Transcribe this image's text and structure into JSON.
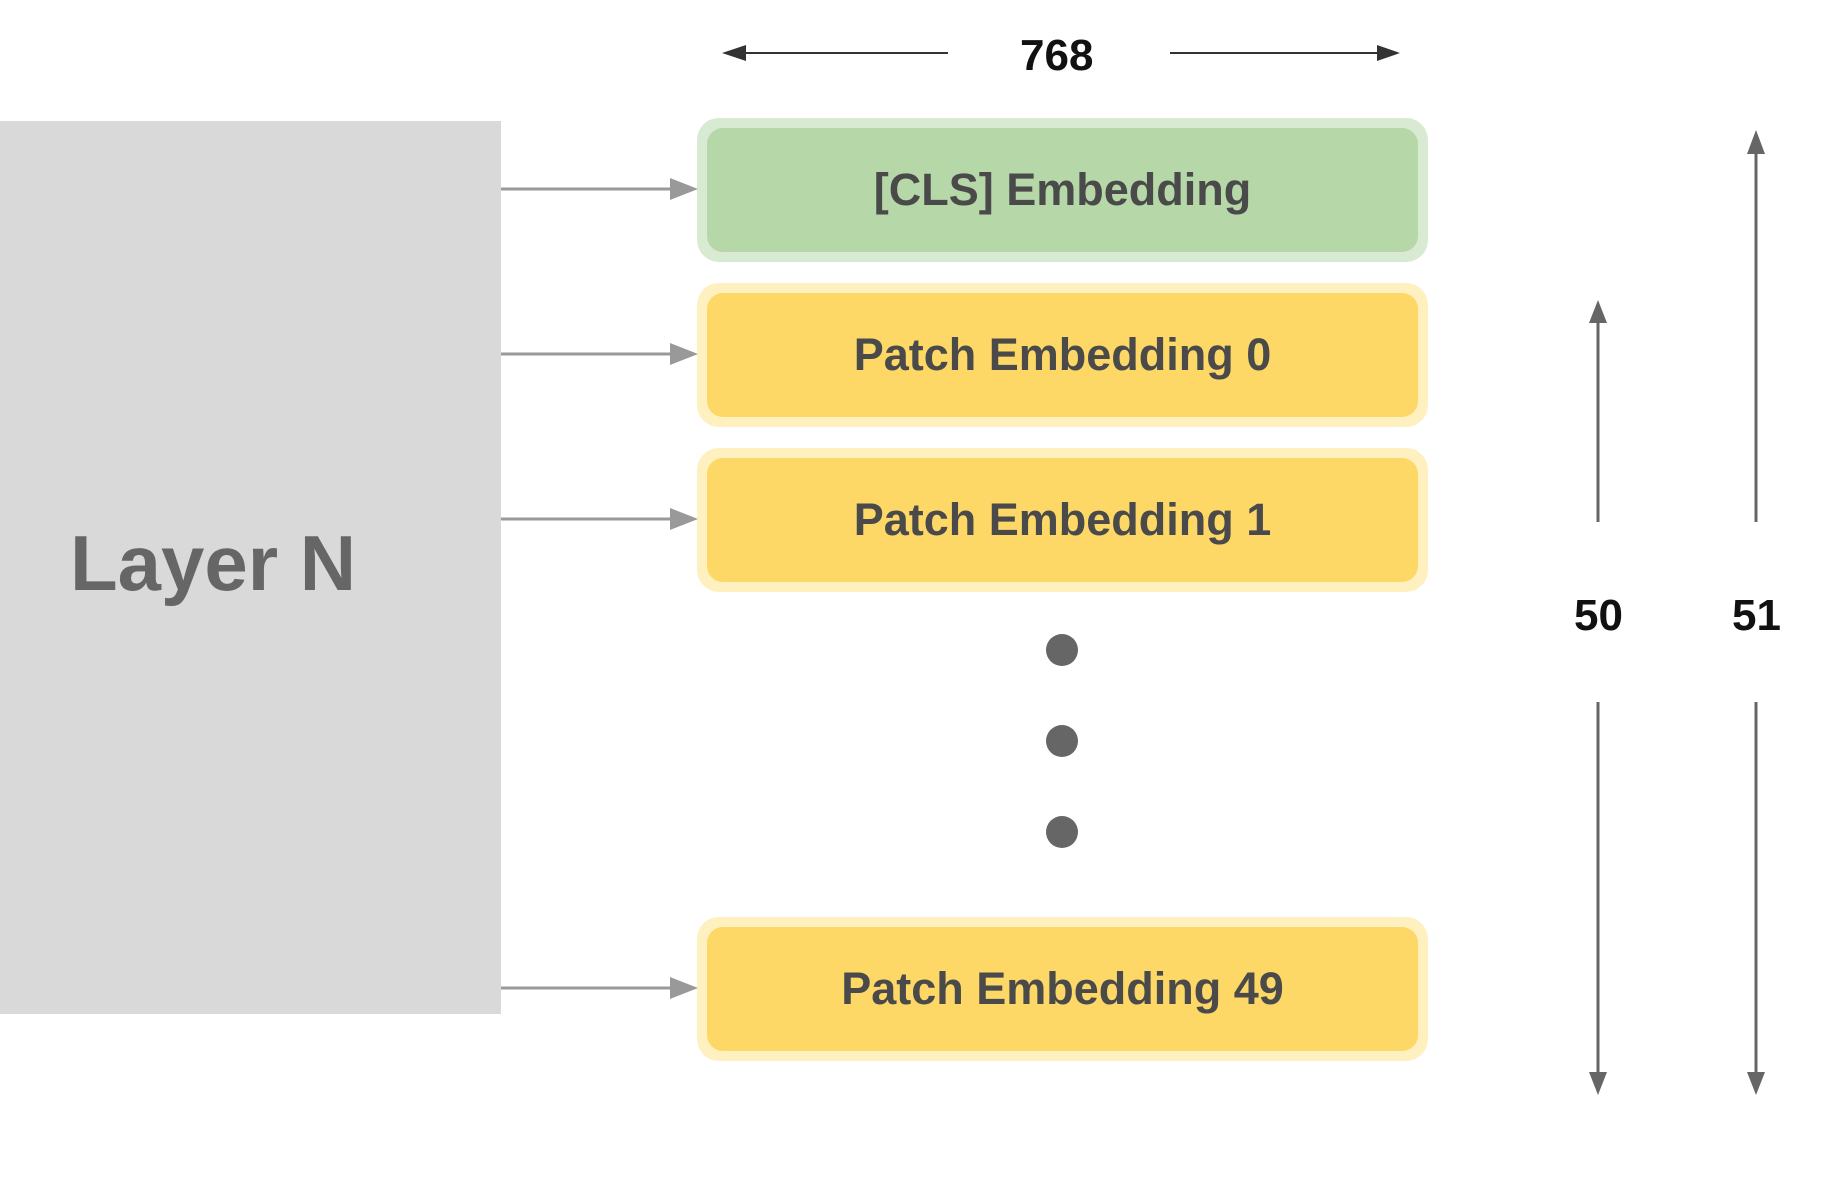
{
  "layer": {
    "label": "Layer N"
  },
  "embeddings": {
    "cls": "[CLS] Embedding",
    "patch_0": "Patch Embedding 0",
    "patch_1": "Patch Embedding 1",
    "patch_last": "Patch Embedding 49"
  },
  "dimensions": {
    "width_label": "768",
    "patch_count_label": "50",
    "total_count_label": "51"
  },
  "colors": {
    "layer_fill": "#d9d9d9",
    "cls_fill": "#b6d7a8",
    "patch_fill": "#fdd866",
    "arrow_gray": "#999999",
    "dim_arrow": "#666666"
  }
}
